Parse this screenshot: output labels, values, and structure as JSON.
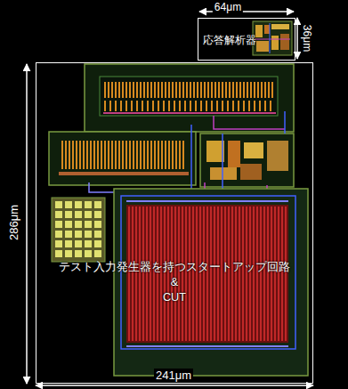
{
  "diagram": {
    "nodes": [
      {
        "text": [
          "応答解析器"
        ]
      },
      {
        "text": [
          "テスト入力発生器を持つスタートアップ回路 & CUT"
        ]
      }
    ],
    "labels": [
      "64μm",
      "36μm",
      "286μm",
      "241μm"
    ]
  }
}
